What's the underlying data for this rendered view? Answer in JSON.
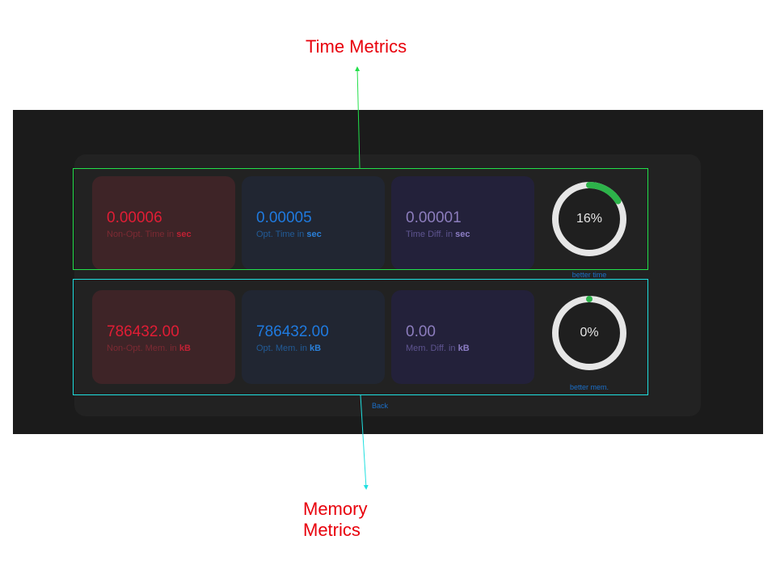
{
  "annotations": {
    "time_label": "Time Metrics",
    "memory_label": "Memory Metrics"
  },
  "time_metrics": {
    "non_opt": {
      "value": "0.00006",
      "caption_prefix": "Non-Opt. Time in ",
      "caption_unit": "sec"
    },
    "opt": {
      "value": "0.00005",
      "caption_prefix": "Opt. Time in ",
      "caption_unit": "sec"
    },
    "diff": {
      "value": "0.00001",
      "caption_prefix": "Time Diff. in ",
      "caption_unit": "sec"
    },
    "gauge": {
      "percent_text": "16%",
      "fraction": 0.16,
      "label": "better time"
    }
  },
  "memory_metrics": {
    "non_opt": {
      "value": "786432.00",
      "caption_prefix": "Non-Opt. Mem. in ",
      "caption_unit": "kB"
    },
    "opt": {
      "value": "786432.00",
      "caption_prefix": "Opt. Mem. in ",
      "caption_unit": "kB"
    },
    "diff": {
      "value": "0.00",
      "caption_prefix": "Mem. Diff. in ",
      "caption_unit": "kB"
    },
    "gauge": {
      "percent_text": "0%",
      "fraction": 0.0,
      "label": "better mem."
    }
  },
  "back_label": "Back",
  "colors": {
    "annotation_text": "#e8000b",
    "time_highlight": "#22e04a",
    "memory_highlight": "#1fe0e0",
    "gauge_progress": "#2db34a",
    "gauge_track": "#e6e6e6"
  }
}
